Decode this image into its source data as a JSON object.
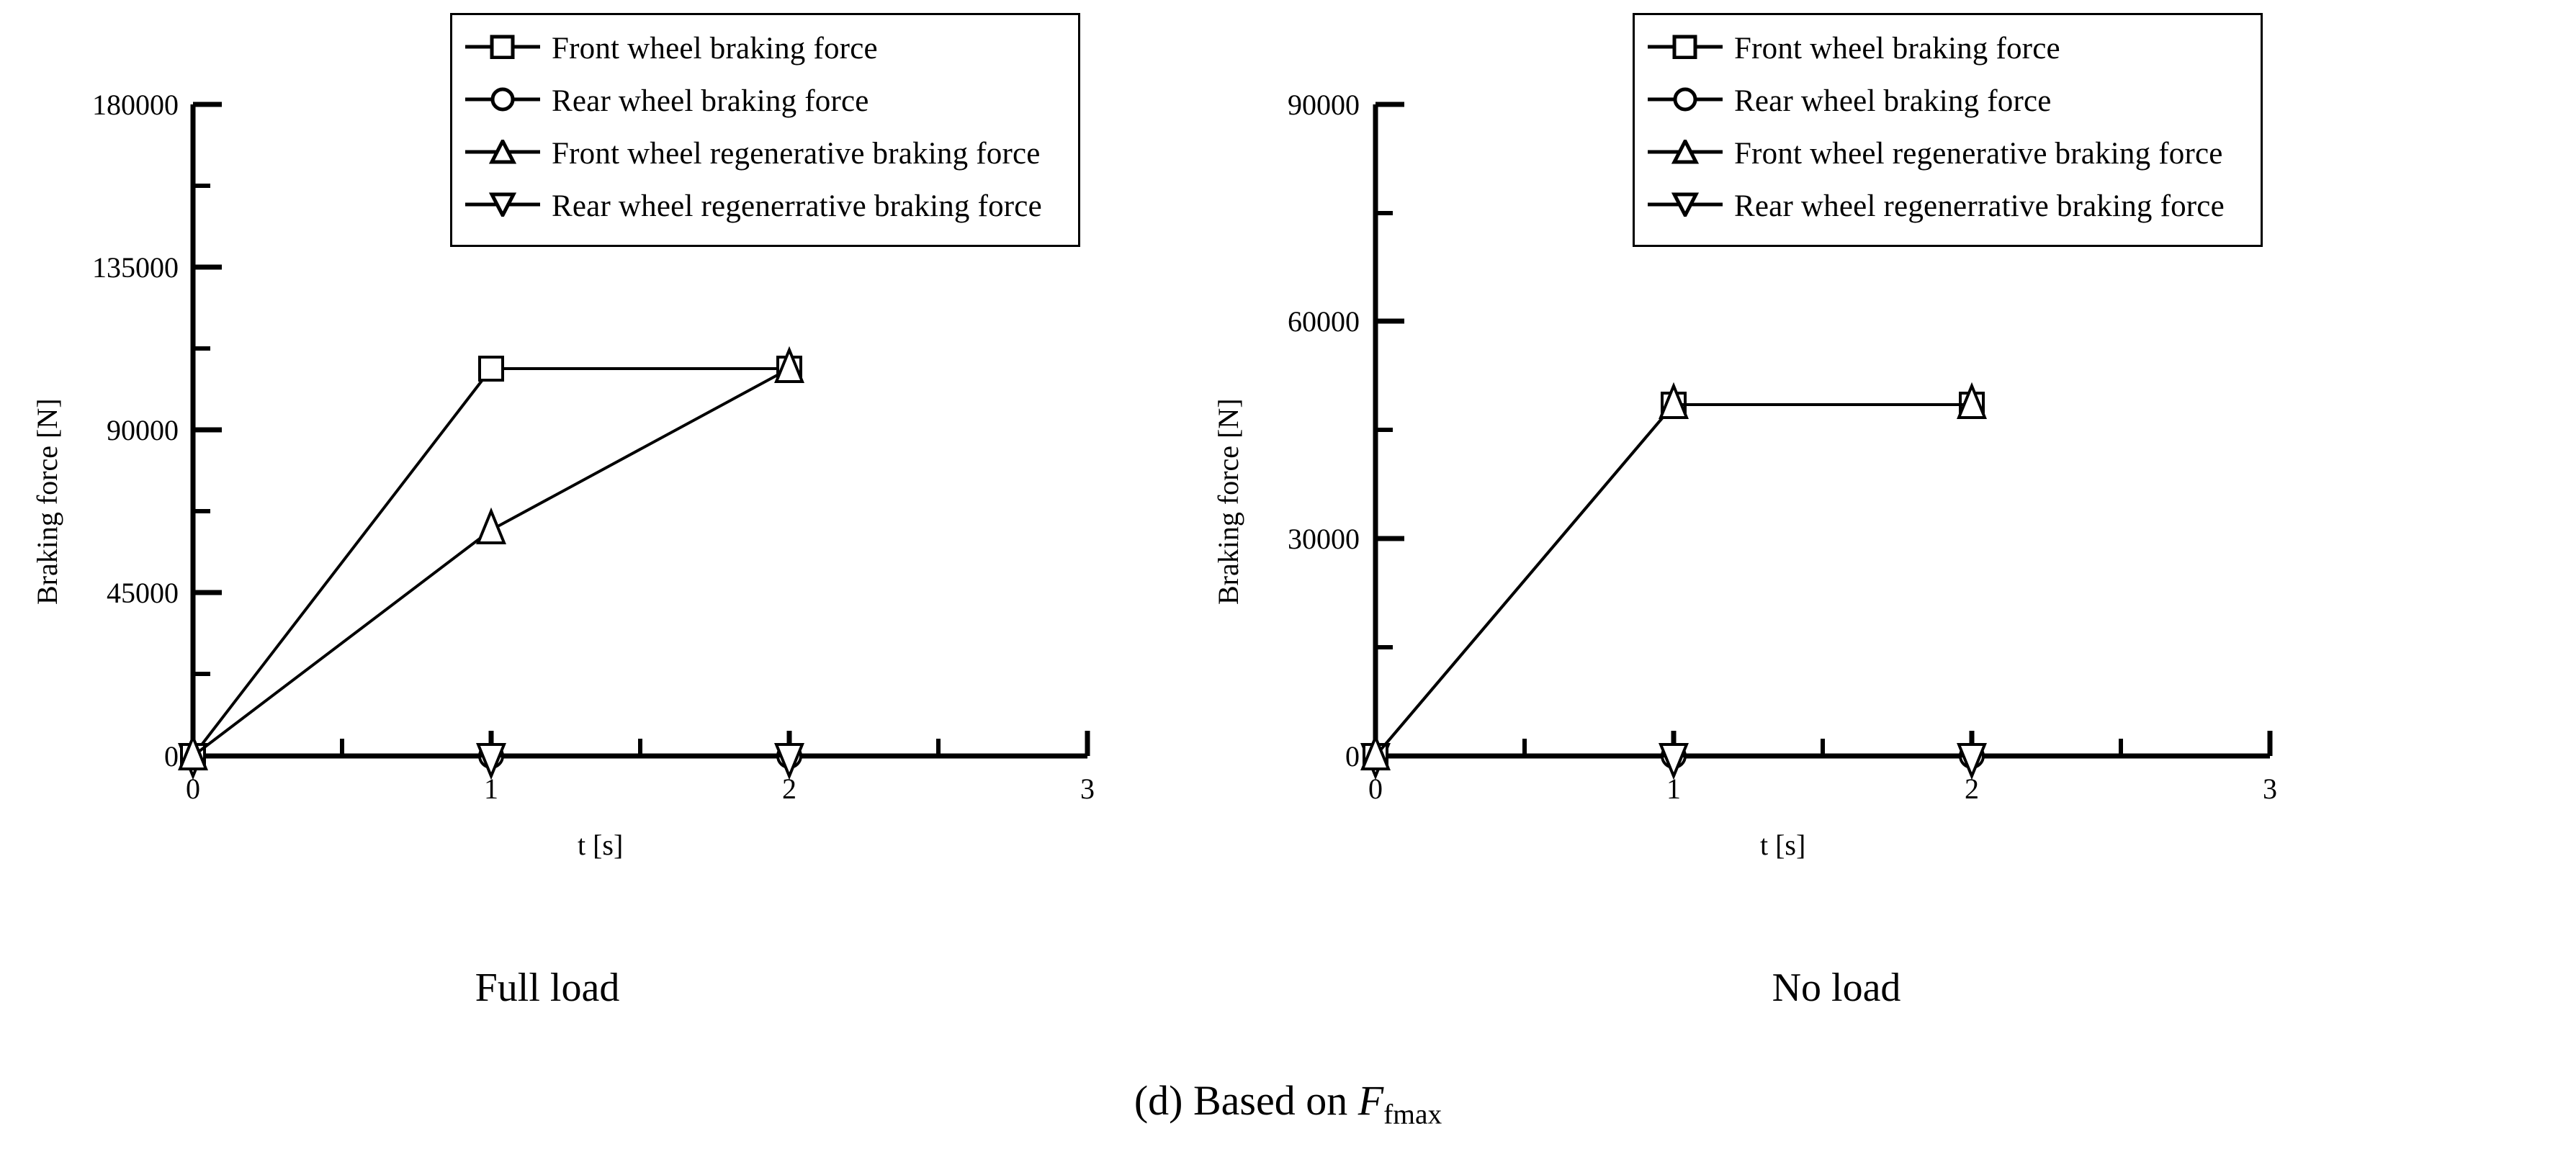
{
  "figure": {
    "caption_prefix": "(d) Based on ",
    "caption_symbol": "F",
    "caption_subscript": "fmax"
  },
  "panels": [
    {
      "id": "full-load",
      "subcaption": "Full load",
      "chart_data": {
        "type": "line",
        "title": "",
        "subtitle": "Full load",
        "xlabel": "t [s]",
        "ylabel": "Braking force [N]",
        "x": [
          0,
          1,
          2
        ],
        "xlim": [
          0,
          3
        ],
        "ylim": [
          0,
          180000
        ],
        "xticks": [
          "0",
          "1",
          "2",
          "3"
        ],
        "xtick_values": [
          0,
          1,
          2,
          3
        ],
        "yticks": [
          "0",
          "45000",
          "90000",
          "135000",
          "180000"
        ],
        "ytick_values": [
          0,
          45000,
          90000,
          135000,
          180000
        ],
        "grid": false,
        "legend_position": "top-center",
        "series": [
          {
            "name": "Front wheel braking force",
            "marker": "square",
            "values": [
              0,
              107000,
              107000
            ]
          },
          {
            "name": "Rear wheel braking force",
            "marker": "circle",
            "values": [
              0,
              0,
              0
            ]
          },
          {
            "name": "Front wheel regenerative braking force",
            "marker": "triangle-up",
            "values": [
              0,
              62500,
              107000
            ]
          },
          {
            "name": "Rear wheel regenerrative braking force",
            "marker": "triangle-down",
            "values": [
              0,
              0,
              0
            ]
          }
        ]
      }
    },
    {
      "id": "no-load",
      "subcaption": "No load",
      "chart_data": {
        "type": "line",
        "title": "",
        "subtitle": "No load",
        "xlabel": "t [s]",
        "ylabel": "Braking force [N]",
        "x": [
          0,
          1,
          2
        ],
        "xlim": [
          0,
          3
        ],
        "ylim": [
          0,
          90000
        ],
        "xticks": [
          "0",
          "1",
          "2",
          "3"
        ],
        "xtick_values": [
          0,
          1,
          2,
          3
        ],
        "yticks": [
          "0",
          "30000",
          "60000",
          "90000"
        ],
        "ytick_values": [
          0,
          30000,
          60000,
          90000
        ],
        "grid": false,
        "legend_position": "top-center",
        "series": [
          {
            "name": "Front wheel braking force",
            "marker": "square",
            "values": [
              0,
              48500,
              48500
            ]
          },
          {
            "name": "Rear wheel braking force",
            "marker": "circle",
            "values": [
              0,
              0,
              0
            ]
          },
          {
            "name": "Front wheel regenerative braking force",
            "marker": "triangle-up",
            "values": [
              0,
              48500,
              48500
            ]
          },
          {
            "name": "Rear wheel regenerrative braking force",
            "marker": "triangle-down",
            "values": [
              0,
              0,
              0
            ]
          }
        ]
      }
    }
  ]
}
